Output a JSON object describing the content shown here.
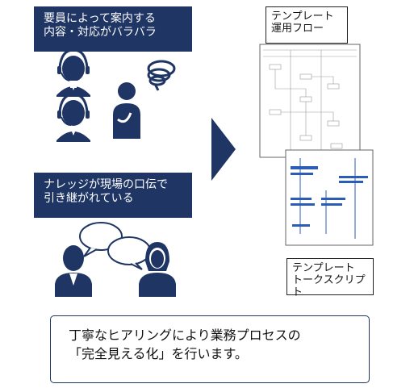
{
  "issues": {
    "guidance_varies": {
      "line1": "要員によって案内する",
      "line2": "内容・対応がバラバラ"
    },
    "knowledge_oral": {
      "line1": "ナレッジが現場の口伝で",
      "line2": "引き継がれている"
    }
  },
  "templates": {
    "flow": {
      "line1": "テンプレート",
      "line2": "運用フロー"
    },
    "script": {
      "line1": "テンプレート",
      "line2": "トークスクリプト"
    }
  },
  "summary": {
    "line1": "丁寧なヒアリングにより業務プロセスの",
    "line2": "「完全見える化」を行います。"
  },
  "colors": {
    "navy": "#1f3564",
    "white": "#ffffff"
  },
  "icons": [
    "operator-icon",
    "confused-person-icon",
    "tangled-thought-icon",
    "speech-bubbles-icon",
    "person-icon",
    "arrow-right-icon",
    "document-icon"
  ]
}
